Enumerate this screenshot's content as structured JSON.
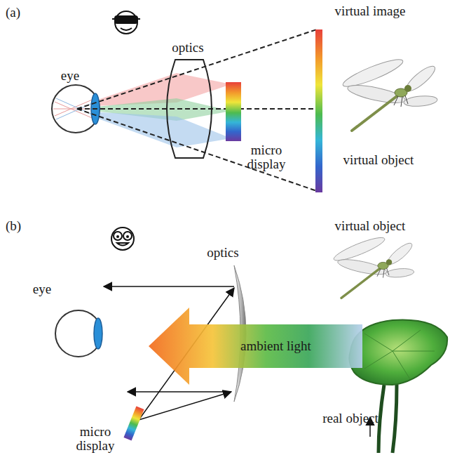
{
  "diagram": {
    "nodes": [
      {
        "text": [
          "ambient light"
        ]
      }
    ],
    "labels": [
      "(a)",
      "virtual image",
      "optics",
      "eye",
      "micro display",
      "virtual object",
      "(b)",
      "virtual object",
      "optics",
      "eye",
      "real object",
      "micro display"
    ]
  }
}
